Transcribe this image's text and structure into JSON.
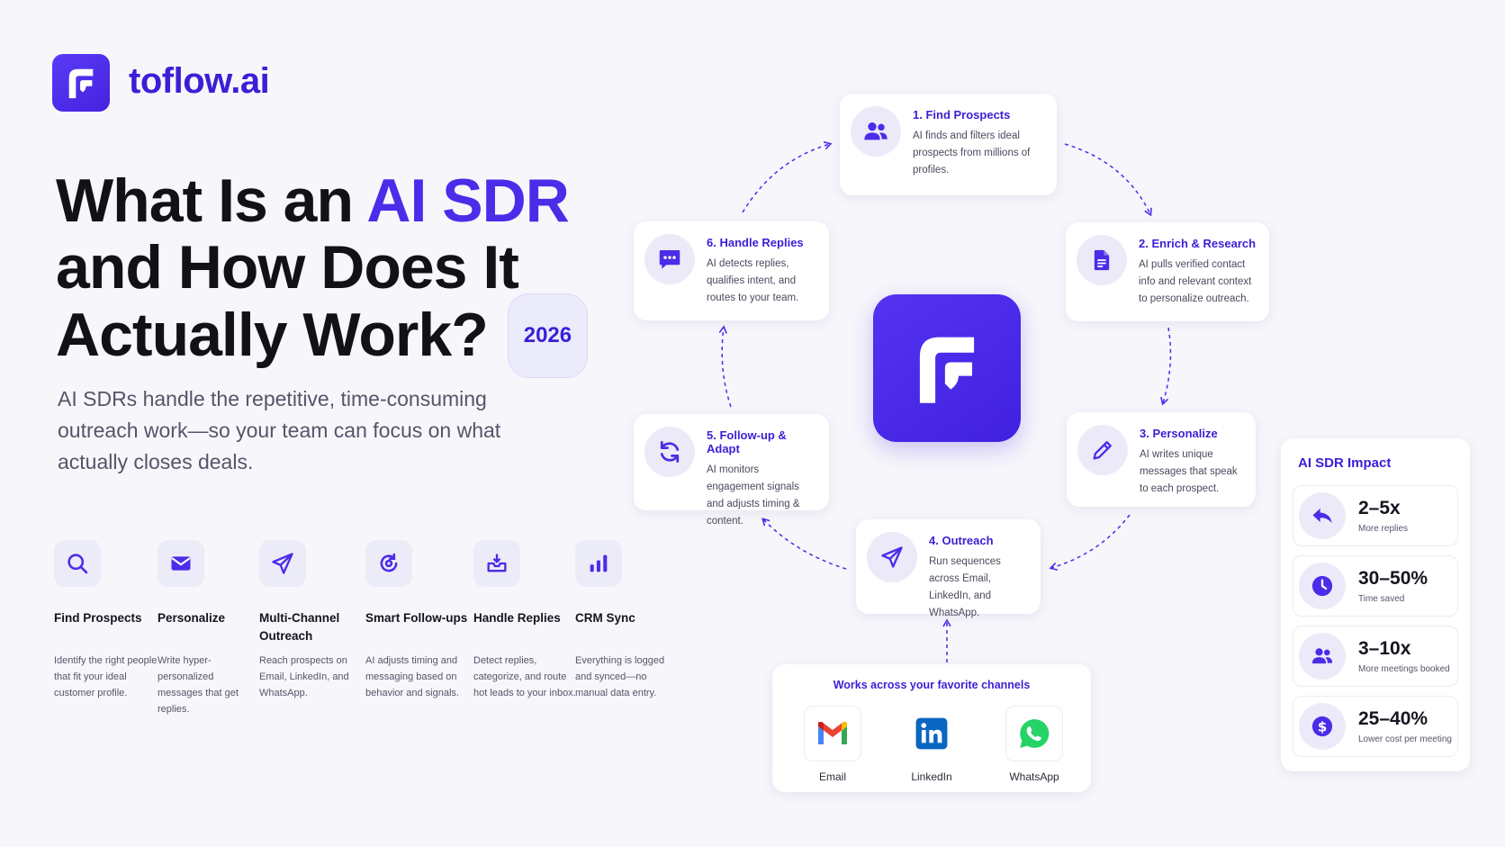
{
  "brand": {
    "name": "toflow.ai",
    "accent": "#4b2ce8",
    "background": "#f6f6fb"
  },
  "hero": {
    "title_line1_prefix": "What Is an ",
    "title_line1_accent": "AI SDR",
    "title_line2": "and How Does It",
    "title_line3": "Actually Work?",
    "year": "2026",
    "subtitle": "AI SDRs handle the repetitive, time-consuming outreach work—so your team can focus on what actually closes deals."
  },
  "features": [
    {
      "icon": "search-icon",
      "name": "Find Prospects",
      "desc": "Identify the right people that fit your ideal customer profile."
    },
    {
      "icon": "envelope-icon",
      "name": "Personalize",
      "desc": "Write hyper-personalized messages that get replies."
    },
    {
      "icon": "paper-plane-icon",
      "name": "Multi-Channel Outreach",
      "desc": "Reach prospects on Email, LinkedIn, and WhatsApp."
    },
    {
      "icon": "refresh-circle-icon",
      "name": "Smart Follow-ups",
      "desc": "AI adjusts timing and messaging based on behavior and signals."
    },
    {
      "icon": "inbox-icon",
      "name": "Handle Replies",
      "desc": "Detect replies, categorize, and route hot leads to your inbox."
    },
    {
      "icon": "bar-chart-icon",
      "name": "CRM Sync",
      "desc": "Everything is logged and synced—no manual data entry."
    }
  ],
  "steps": [
    {
      "icon": "users-icon",
      "title": "1. Find Prospects",
      "desc": "AI finds and filters ideal prospects from millions of profiles."
    },
    {
      "icon": "document-icon",
      "title": "2. Enrich & Research",
      "desc": "AI pulls verified contact info and relevant context to personalize outreach."
    },
    {
      "icon": "pencil-icon",
      "title": "3. Personalize",
      "desc": "AI writes unique messages that speak to each prospect."
    },
    {
      "icon": "paper-plane-icon",
      "title": "4. Outreach",
      "desc": "Run sequences across Email, LinkedIn, and WhatsApp."
    },
    {
      "icon": "refresh-icon",
      "title": "5. Follow-up & Adapt",
      "desc": "AI monitors engagement signals and adjusts timing & content."
    },
    {
      "icon": "chat-bubble-icon",
      "title": "6. Handle Replies",
      "desc": "AI detects replies, qualifies intent, and routes to your team."
    }
  ],
  "channels": {
    "title": "Works across your favorite channels",
    "items": [
      {
        "icon": "gmail-icon",
        "label": "Email"
      },
      {
        "icon": "linkedin-icon",
        "label": "LinkedIn"
      },
      {
        "icon": "whatsapp-icon",
        "label": "WhatsApp"
      }
    ]
  },
  "impact": {
    "title": "AI SDR Impact",
    "metrics": [
      {
        "icon": "reply-arrow-icon",
        "value": "2–5x",
        "label": "More replies"
      },
      {
        "icon": "clock-icon",
        "value": "30–50%",
        "label": "Time saved"
      },
      {
        "icon": "users-icon",
        "value": "3–10x",
        "label": "More meetings booked"
      },
      {
        "icon": "dollar-icon",
        "value": "25–40%",
        "label": "Lower cost per meeting"
      }
    ]
  }
}
